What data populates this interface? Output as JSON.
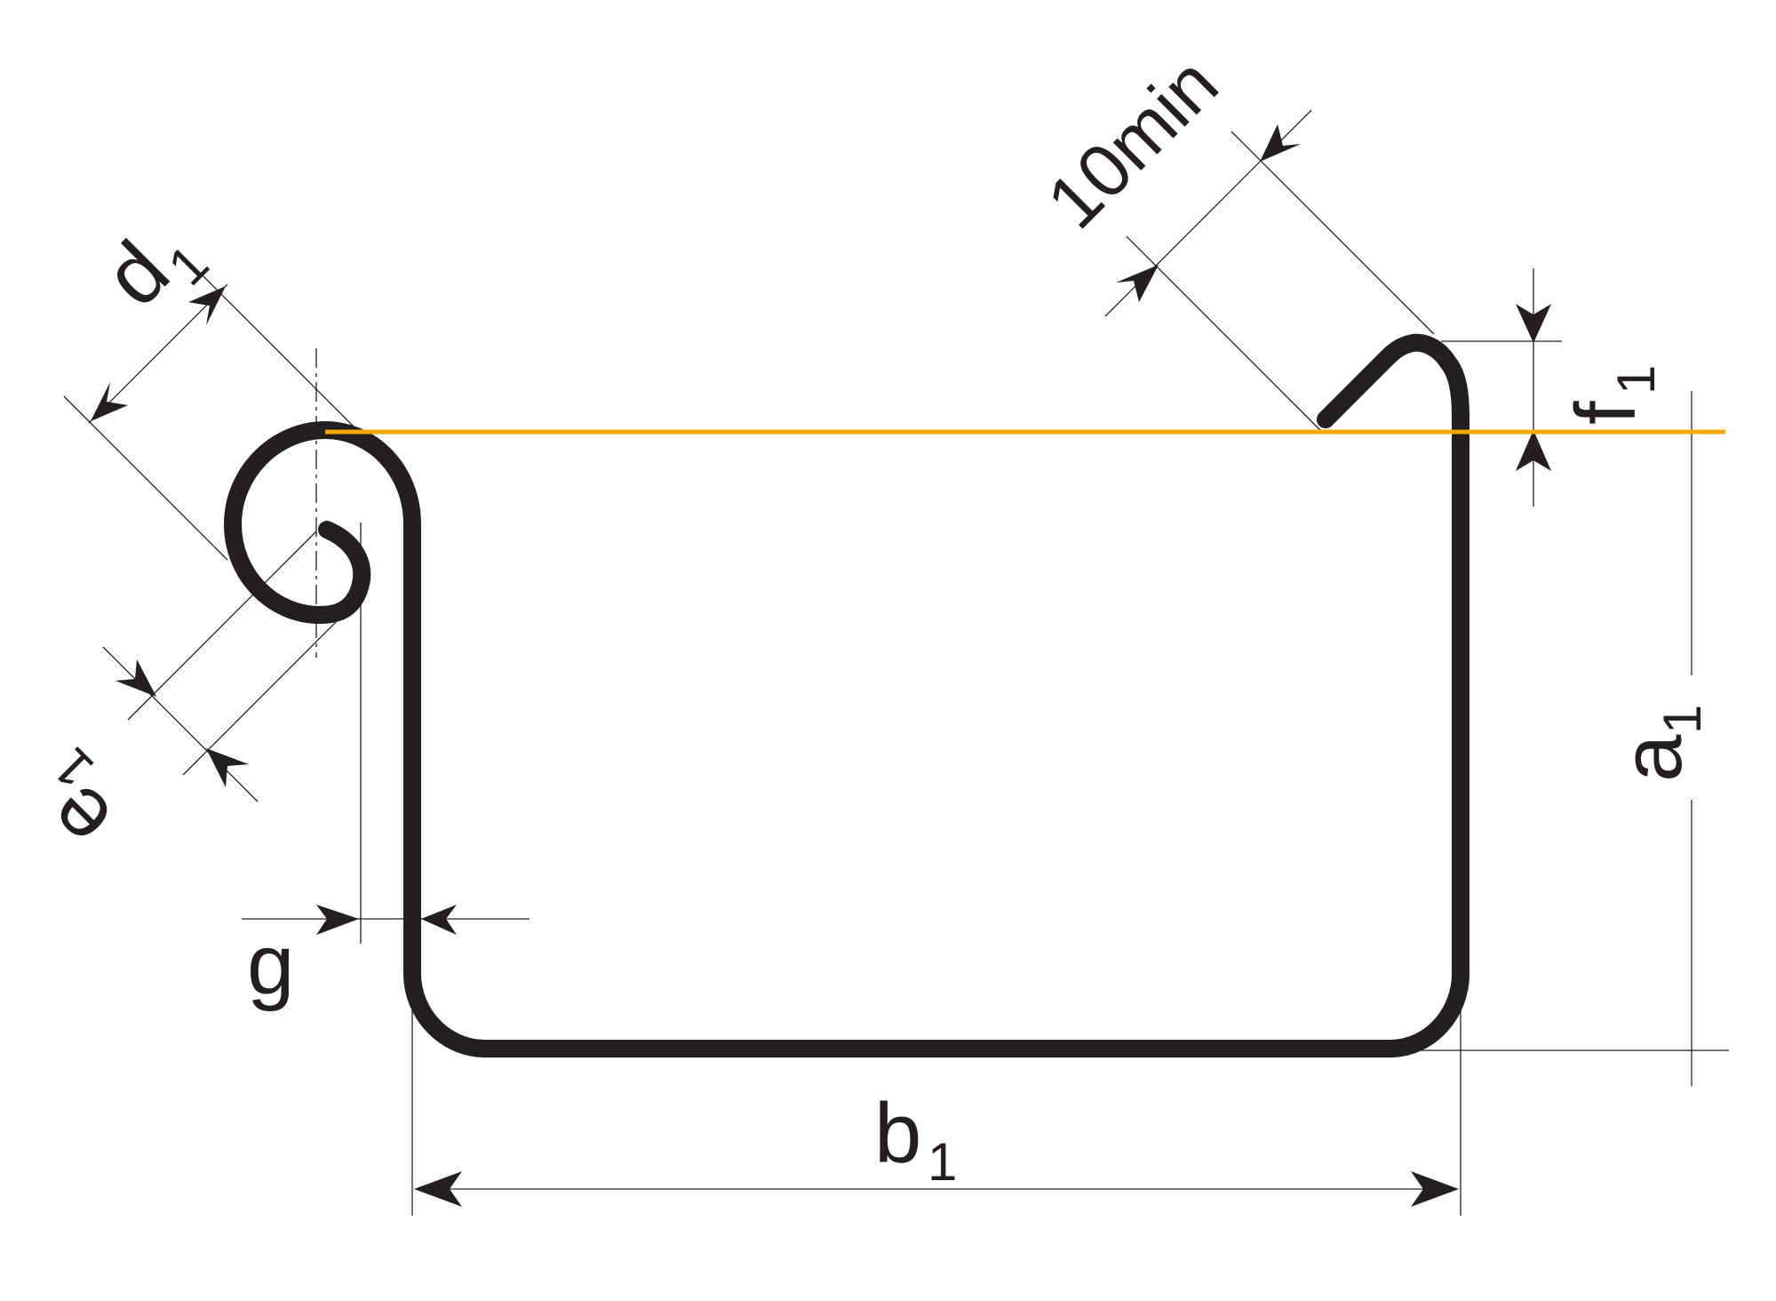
{
  "diagram": {
    "labels": {
      "d": "d",
      "d_sub": "1",
      "e": "e",
      "e_sub": "1",
      "g": "g",
      "b": "b",
      "b_sub": "1",
      "a": "a",
      "a_sub": "1",
      "f": "f",
      "f_sub": "1",
      "min": "10min"
    },
    "colors": {
      "profile": "#231f20",
      "reference_line": "#f5a800",
      "dimension": "#231f20"
    }
  }
}
